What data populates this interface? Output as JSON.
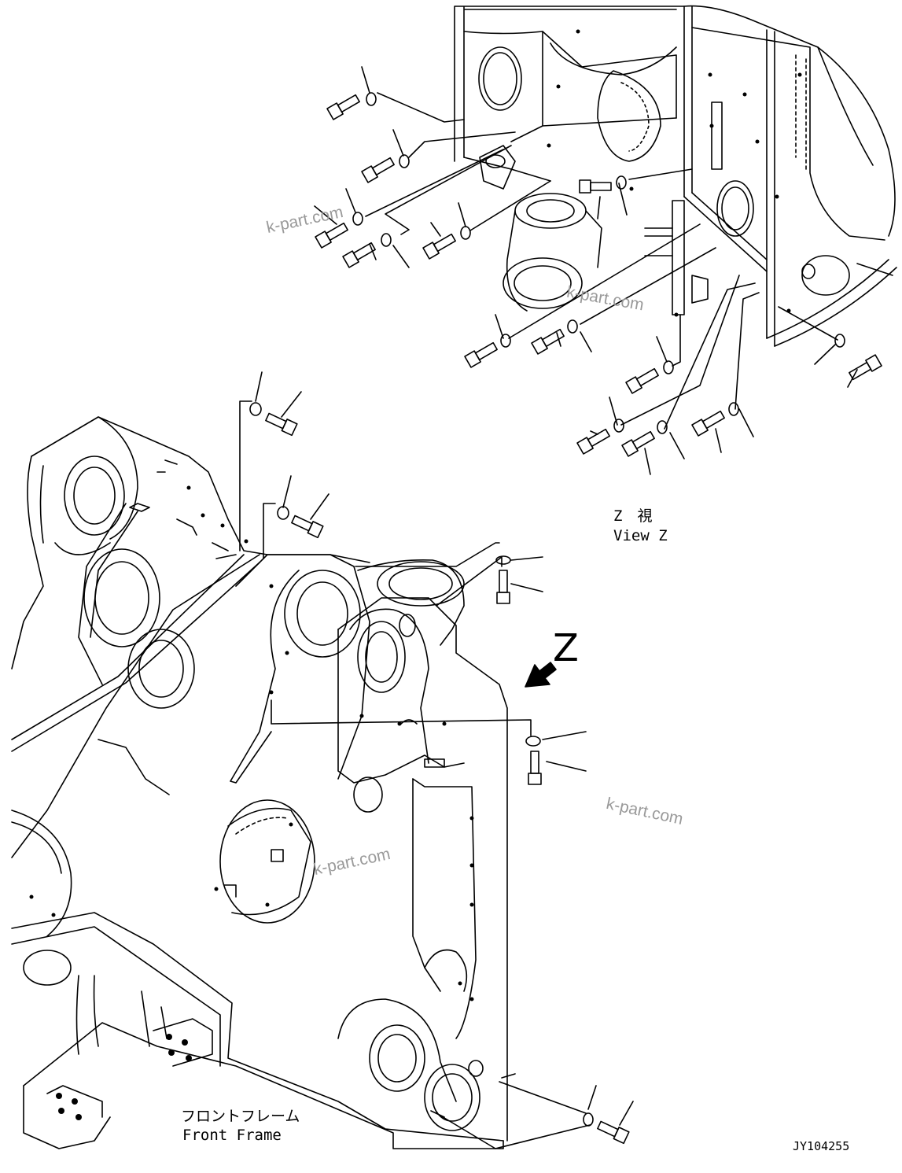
{
  "view": {
    "jp": "Z　視",
    "en": "View Z"
  },
  "arrow_label": "Z",
  "frame": {
    "jp": "フロントフレーム",
    "en": "Front Frame"
  },
  "drawing_number": "JY104255",
  "watermark": "k-part.com",
  "line_color": "#000000",
  "watermark_color": "#9a9a9a"
}
